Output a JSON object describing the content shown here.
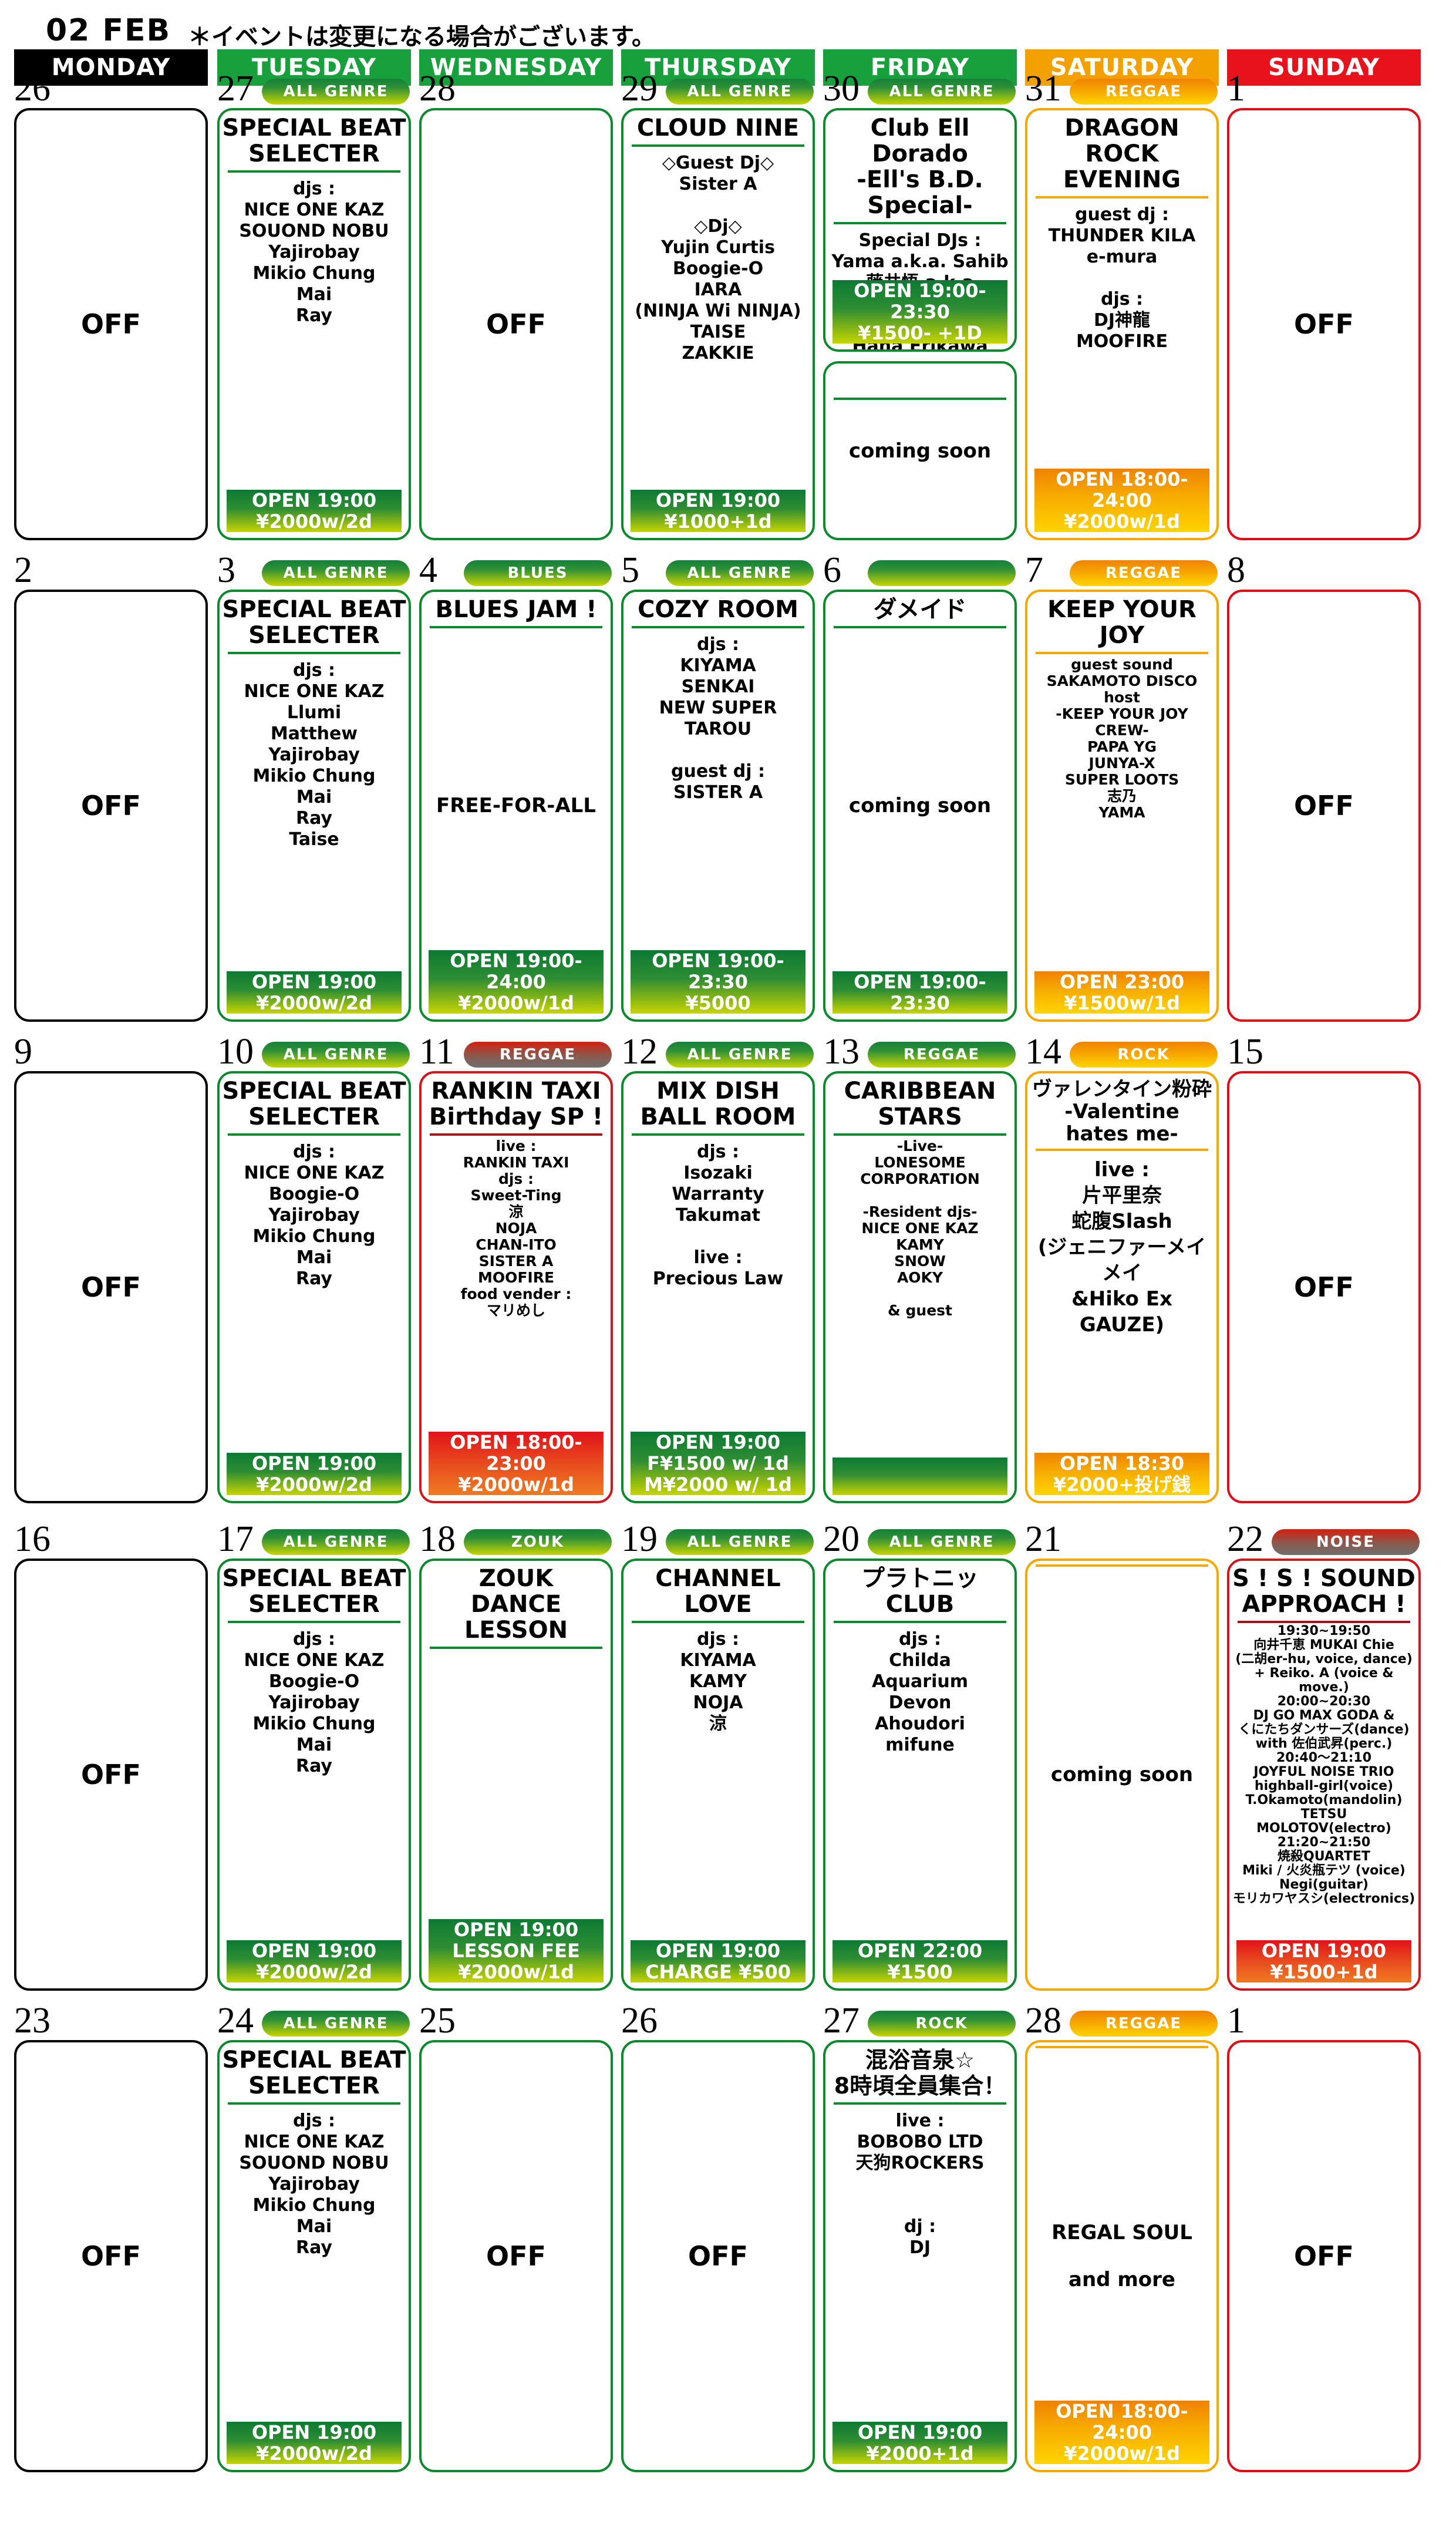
{
  "header": {
    "month": "02  FEB",
    "notice": "＊イベントは変更になる場合がございます。",
    "weekdays": [
      {
        "label": "MONDAY",
        "color": "#000000"
      },
      {
        "label": "TUESDAY",
        "color": "#17a03c"
      },
      {
        "label": "WEDNESDAY",
        "color": "#17a03c"
      },
      {
        "label": "THURSDAY",
        "color": "#17a03c"
      },
      {
        "label": "FRIDAY",
        "color": "#17a03c"
      },
      {
        "label": "SATURDAY",
        "color": "#f2a100"
      },
      {
        "label": "SUNDAY",
        "color": "#e8121c"
      }
    ]
  },
  "legend_colors": {
    "green": "#17a03c",
    "orange": "#f2a100",
    "red": "#e8121c",
    "black": "#000000",
    "crimson": "#d1161c"
  },
  "cells": [
    {
      "n": "26",
      "off": "OFF",
      "border": "black"
    },
    {
      "n": "27",
      "genre": "ALL GENRE",
      "gclass": "g-green",
      "title": "SPECIAL BEAT\nSELECTER",
      "body": "djs :\nNICE ONE KAZ\nSOUOND NOBU\nYajirobay\nMikio Chung\nMai\nRay",
      "footer": "OPEN 19:00\n¥2000w/2d",
      "fclass": "f-green"
    },
    {
      "n": "28",
      "off": "OFF",
      "border": "green"
    },
    {
      "n": "29",
      "genre": "ALL GENRE",
      "gclass": "g-green",
      "title": "CLOUD NINE",
      "body": "◇Guest Dj◇\nSister A\n\n◇Dj◇\nYujin Curtis\nBoogie-O\nIARA\n(NINJA Wi NINJA)\nTAISE\nZAKKIE",
      "footer": "OPEN 19:00\n¥1000+1d",
      "fclass": "f-green"
    },
    {
      "n": "30",
      "genre": "ALL GENRE",
      "gclass": "g-green",
      "title": "Club Ell Dorado\n-Ell's B.D. Special-",
      "body": "Special DJs :\nYama a.k.a. Sahib\n藤井悟 a.k.a SATOL.F\nMacta\nHana Erikawa\nDJs :Ryuichi /ELL",
      "split": true,
      "footer": "OPEN 19:00-23:30\n¥1500- +1D",
      "fclass": "f-green",
      "second": "coming soon"
    },
    {
      "n": "31",
      "genre": "REGGAE",
      "gclass": "g-orange",
      "title": "DRAGON ROCK\nEVENING",
      "body": "guest dj :\nTHUNDER KILA\ne-mura\n\ndjs :\nDJ神龍\nMOOFIRE",
      "border": "orange",
      "rule": "r-orange",
      "footer": "OPEN 18:00-24:00\n¥2000w/1d",
      "fclass": "f-orange"
    },
    {
      "n": "1",
      "off": "OFF",
      "border": "red"
    },
    {
      "n": "2",
      "off": "OFF",
      "border": "black"
    },
    {
      "n": "3",
      "genre": "ALL GENRE",
      "gclass": "g-green",
      "title": "SPECIAL BEAT\nSELECTER",
      "body": "djs :\nNICE ONE KAZ\nLlumi\nMatthew\nYajirobay\nMikio Chung\nMai\nRay\nTaise",
      "footer": "OPEN 19:00\n¥2000w/2d",
      "fclass": "f-green"
    },
    {
      "n": "4",
      "genre": "BLUES",
      "gclass": "g-green",
      "title": "BLUES JAM !",
      "body": "",
      "center": "FREE-FOR-ALL",
      "footer": "OPEN 19:00-24:00\n¥2000w/1d",
      "fclass": "f-green"
    },
    {
      "n": "5",
      "genre": "ALL GENRE",
      "gclass": "g-green",
      "title": "COZY ROOM",
      "body": "djs :\nKIYAMA\nSENKAI\nNEW SUPER TAROU\n\nguest dj :\nSISTER A",
      "footer": "OPEN 19:00-23:30\n¥5000",
      "fclass": "f-green"
    },
    {
      "n": "6",
      "genre": "",
      "gclass": "g-green",
      "title": "ダメイド",
      "center": "coming soon",
      "footer": "OPEN 19:00-23:30",
      "fclass": "f-green"
    },
    {
      "n": "7",
      "genre": "REGGAE",
      "gclass": "g-orange",
      "title": "KEEP YOUR JOY",
      "body": "guest sound\nSAKAMOTO DISCO\nhost\n-KEEP YOUR JOY CREW-\nPAPA YG\nJUNYA-X\nSUPER LOOTS\n志乃\nYAMA",
      "border": "orange",
      "rule": "r-orange",
      "bodyclass": "tight",
      "footer": "OPEN 23:00\n¥1500w/1d",
      "fclass": "f-orange"
    },
    {
      "n": "8",
      "off": "OFF",
      "border": "red"
    },
    {
      "n": "9",
      "off": "OFF",
      "border": "black"
    },
    {
      "n": "10",
      "genre": "ALL GENRE",
      "gclass": "g-green",
      "title": "SPECIAL BEAT\nSELECTER",
      "body": "djs :\nNICE ONE KAZ\nBoogie-O\nYajirobay\nMikio Chung\nMai\nRay",
      "footer": "OPEN 19:00\n¥2000w/2d",
      "fclass": "f-green"
    },
    {
      "n": "11",
      "genre": "REGGAE",
      "gclass": "g-red",
      "title": "RANKIN TAXI\nBirthday SP !",
      "body": "live :\nRANKIN TAXI\ndjs :\nSweet-Ting\n涼\nNOJA\nCHAN-ITO\nSISTER A\nMOOFIRE\nfood vender :\nマリめし",
      "border": "crimson",
      "rule": "r-crimson",
      "bodyclass": "tight",
      "footer": "OPEN 18:00-23:00\n¥2000w/1d",
      "fclass": "f-red"
    },
    {
      "n": "12",
      "genre": "ALL GENRE",
      "gclass": "g-green",
      "title": "MIX DISH\nBALL ROOM",
      "body": "djs :\nIsozaki\nWarranty\nTakumat\n\nlive :\nPrecious Law",
      "footer": "OPEN 19:00\nF¥1500 w/ 1d\nM¥2000 w/ 1d",
      "fclass": "f-green"
    },
    {
      "n": "13",
      "genre": "REGGAE",
      "gclass": "g-green",
      "title": "CARIBBEAN\nSTARS",
      "body": "-Live-\nLONESOME\nCORPORATION\n\n-Resident djs-\nNICE ONE KAZ\nKAMY\nSNOW\nAOKY\n\n& guest",
      "bodyclass": "tight",
      "footer": "",
      "fclass": "f-green"
    },
    {
      "n": "14",
      "genre": "ROCK",
      "gclass": "g-orange",
      "title": "ヴァレンタイン粉砕\n-Valentine hates me-",
      "titleclass": "sm",
      "body": "live :\n片平里奈\n蛇腹Slash\n(ジェニファーメイメイ\n&Hiko Ex GAUZE)",
      "border": "orange",
      "rule": "r-orange",
      "bodyclass": "big",
      "footer": "OPEN 18:30\n¥2000+投げ銭",
      "fclass": "f-orange"
    },
    {
      "n": "15",
      "off": "OFF",
      "border": "red"
    },
    {
      "n": "16",
      "off": "OFF",
      "border": "black"
    },
    {
      "n": "17",
      "genre": "ALL GENRE",
      "gclass": "g-green",
      "title": "SPECIAL BEAT\nSELECTER",
      "body": "djs :\nNICE ONE KAZ\nBoogie-O\nYajirobay\nMikio Chung\nMai\nRay",
      "footer": "OPEN 19:00\n¥2000w/2d",
      "fclass": "f-green"
    },
    {
      "n": "18",
      "genre": "ZOUK",
      "gclass": "g-green",
      "title": "ZOUK\nDANCE LESSON",
      "body": "",
      "footer": "OPEN 19:00\nLESSON FEE\n¥2000w/1d",
      "fclass": "f-green"
    },
    {
      "n": "19",
      "genre": "ALL GENRE",
      "gclass": "g-green",
      "title": "CHANNEL LOVE",
      "body": "djs :\nKIYAMA\nKAMY\nNOJA\n涼",
      "footer": "OPEN 19:00\nCHARGE ¥500",
      "fclass": "f-green"
    },
    {
      "n": "20",
      "genre": "ALL GENRE",
      "gclass": "g-green",
      "title": "プラトニッCLUB",
      "body": "djs :\nChilda\nAquarium\nDevon\nAhoudori\nmifune",
      "footer": "OPEN 22:00\n¥1500",
      "fclass": "f-green"
    },
    {
      "n": "21",
      "center": "coming soon",
      "border": "orange",
      "rule": "r-orange",
      "nogenre": true
    },
    {
      "n": "22",
      "genre": "NOISE",
      "gclass": "g-red",
      "title": "S ! S ! SOUND\nAPPROACH !",
      "body": "19:30~19:50\n向井千恵 MUKAI Chie\n(二胡er-hu, voice, dance)\n+ Reiko. A (voice & move.)\n20:00~20:30\nDJ GO MAX GODA &\nくにたちダンサーズ(dance)\nwith 佐伯武昇(perc.)\n20:40〜21:10\nJOYFUL NOISE TRIO\nhighball-girl(voice)\nT.Okamoto(mandolin)\nTETSU MOLOTOV(electro)\n21:20~21:50\n焼殺QUARTET\nMiki / 火炎瓶テツ (voice)\nNegi(guitar)\nモリカワヤスシ(electronics)",
      "border": "crimson",
      "rule": "r-crimson",
      "bodyclass": "vtight",
      "footer": "OPEN 19:00\n¥1500+1d",
      "fclass": "f-red"
    },
    {
      "n": "23",
      "off": "OFF",
      "border": "black"
    },
    {
      "n": "24",
      "genre": "ALL GENRE",
      "gclass": "g-green",
      "title": "SPECIAL BEAT\nSELECTER",
      "body": "djs :\nNICE ONE KAZ\nSOUOND NOBU\nYajirobay\nMikio Chung\nMai\nRay",
      "footer": "OPEN 19:00\n¥2000w/2d",
      "fclass": "f-green"
    },
    {
      "n": "25",
      "off": "OFF",
      "border": "green"
    },
    {
      "n": "26",
      "off": "OFF",
      "border": "green"
    },
    {
      "n": "27",
      "genre": "ROCK",
      "gclass": "g-green",
      "title": "混浴音泉☆\n8時頃全員集合！",
      "titleclass": "jp",
      "body": "live :\nBOBOBO LTD\n天狗ROCKERS\n\n\ndj :\nDJ",
      "footer": "OPEN 19:00\n¥2000+1d",
      "fclass": "f-green"
    },
    {
      "n": "28",
      "genre": "REGGAE",
      "gclass": "g-orange",
      "title": "",
      "body": "",
      "center": "REGAL SOUL\n\nand more",
      "border": "orange",
      "rule": "r-orange",
      "footer": "OPEN 18:00-24:00\n¥2000w/1d",
      "fclass": "f-orange"
    },
    {
      "n": "1",
      "off": "OFF",
      "border": "red"
    }
  ]
}
